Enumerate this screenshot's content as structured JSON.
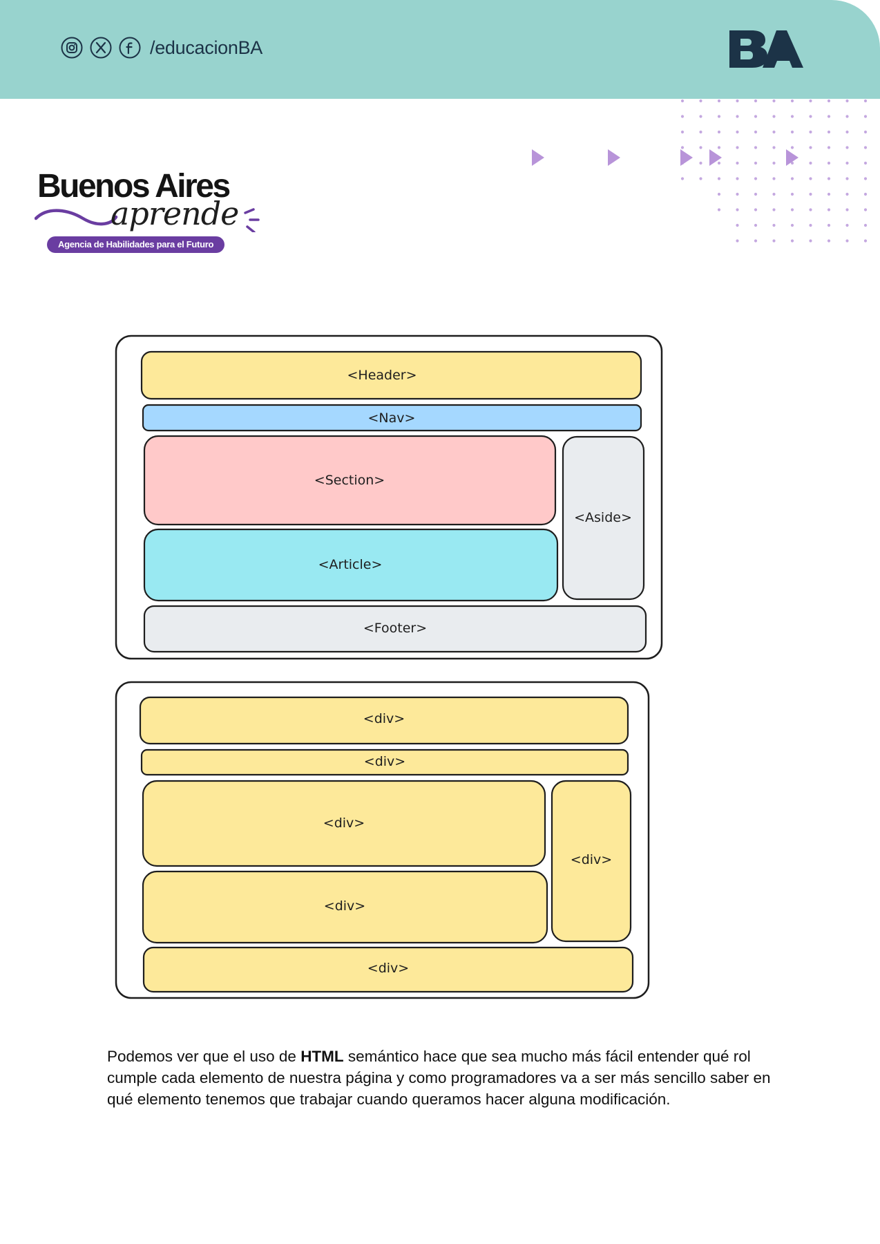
{
  "header": {
    "social_icons": [
      "instagram-icon",
      "x-icon",
      "facebook-icon"
    ],
    "handle": "/educacionBA",
    "logo_text": "BA",
    "band_color": "#98d3ce"
  },
  "brand": {
    "title": "Buenos Aires",
    "script": "aprende",
    "tagline": "Agencia de Habilidades para el Futuro",
    "accent_color": "#6a3da1"
  },
  "semantic_layout": {
    "header": "<Header>",
    "nav": "<Nav>",
    "section": "<Section>",
    "article": "<Article>",
    "aside": "<Aside>",
    "footer": "<Footer>"
  },
  "div_layout": {
    "header": "<div>",
    "nav": "<div>",
    "section": "<div>",
    "article": "<div>",
    "aside": "<div>",
    "footer": "<div>"
  },
  "colors": {
    "header": "#fde99a",
    "nav": "#a5d8ff",
    "section": "#ffc9c9",
    "article": "#99e9f2",
    "aside": "#e9ecef",
    "footer": "#e9ecef",
    "div": "#fde99a"
  },
  "caption": {
    "part1": "Podemos ver que el uso de ",
    "bold": "HTML",
    "part2": " semántico hace que sea mucho más fácil entender qué rol cumple cada elemento de nuestra página y como programadores va a ser más sencillo saber en qué elemento tenemos que trabajar cuando queramos hacer alguna modificación."
  }
}
